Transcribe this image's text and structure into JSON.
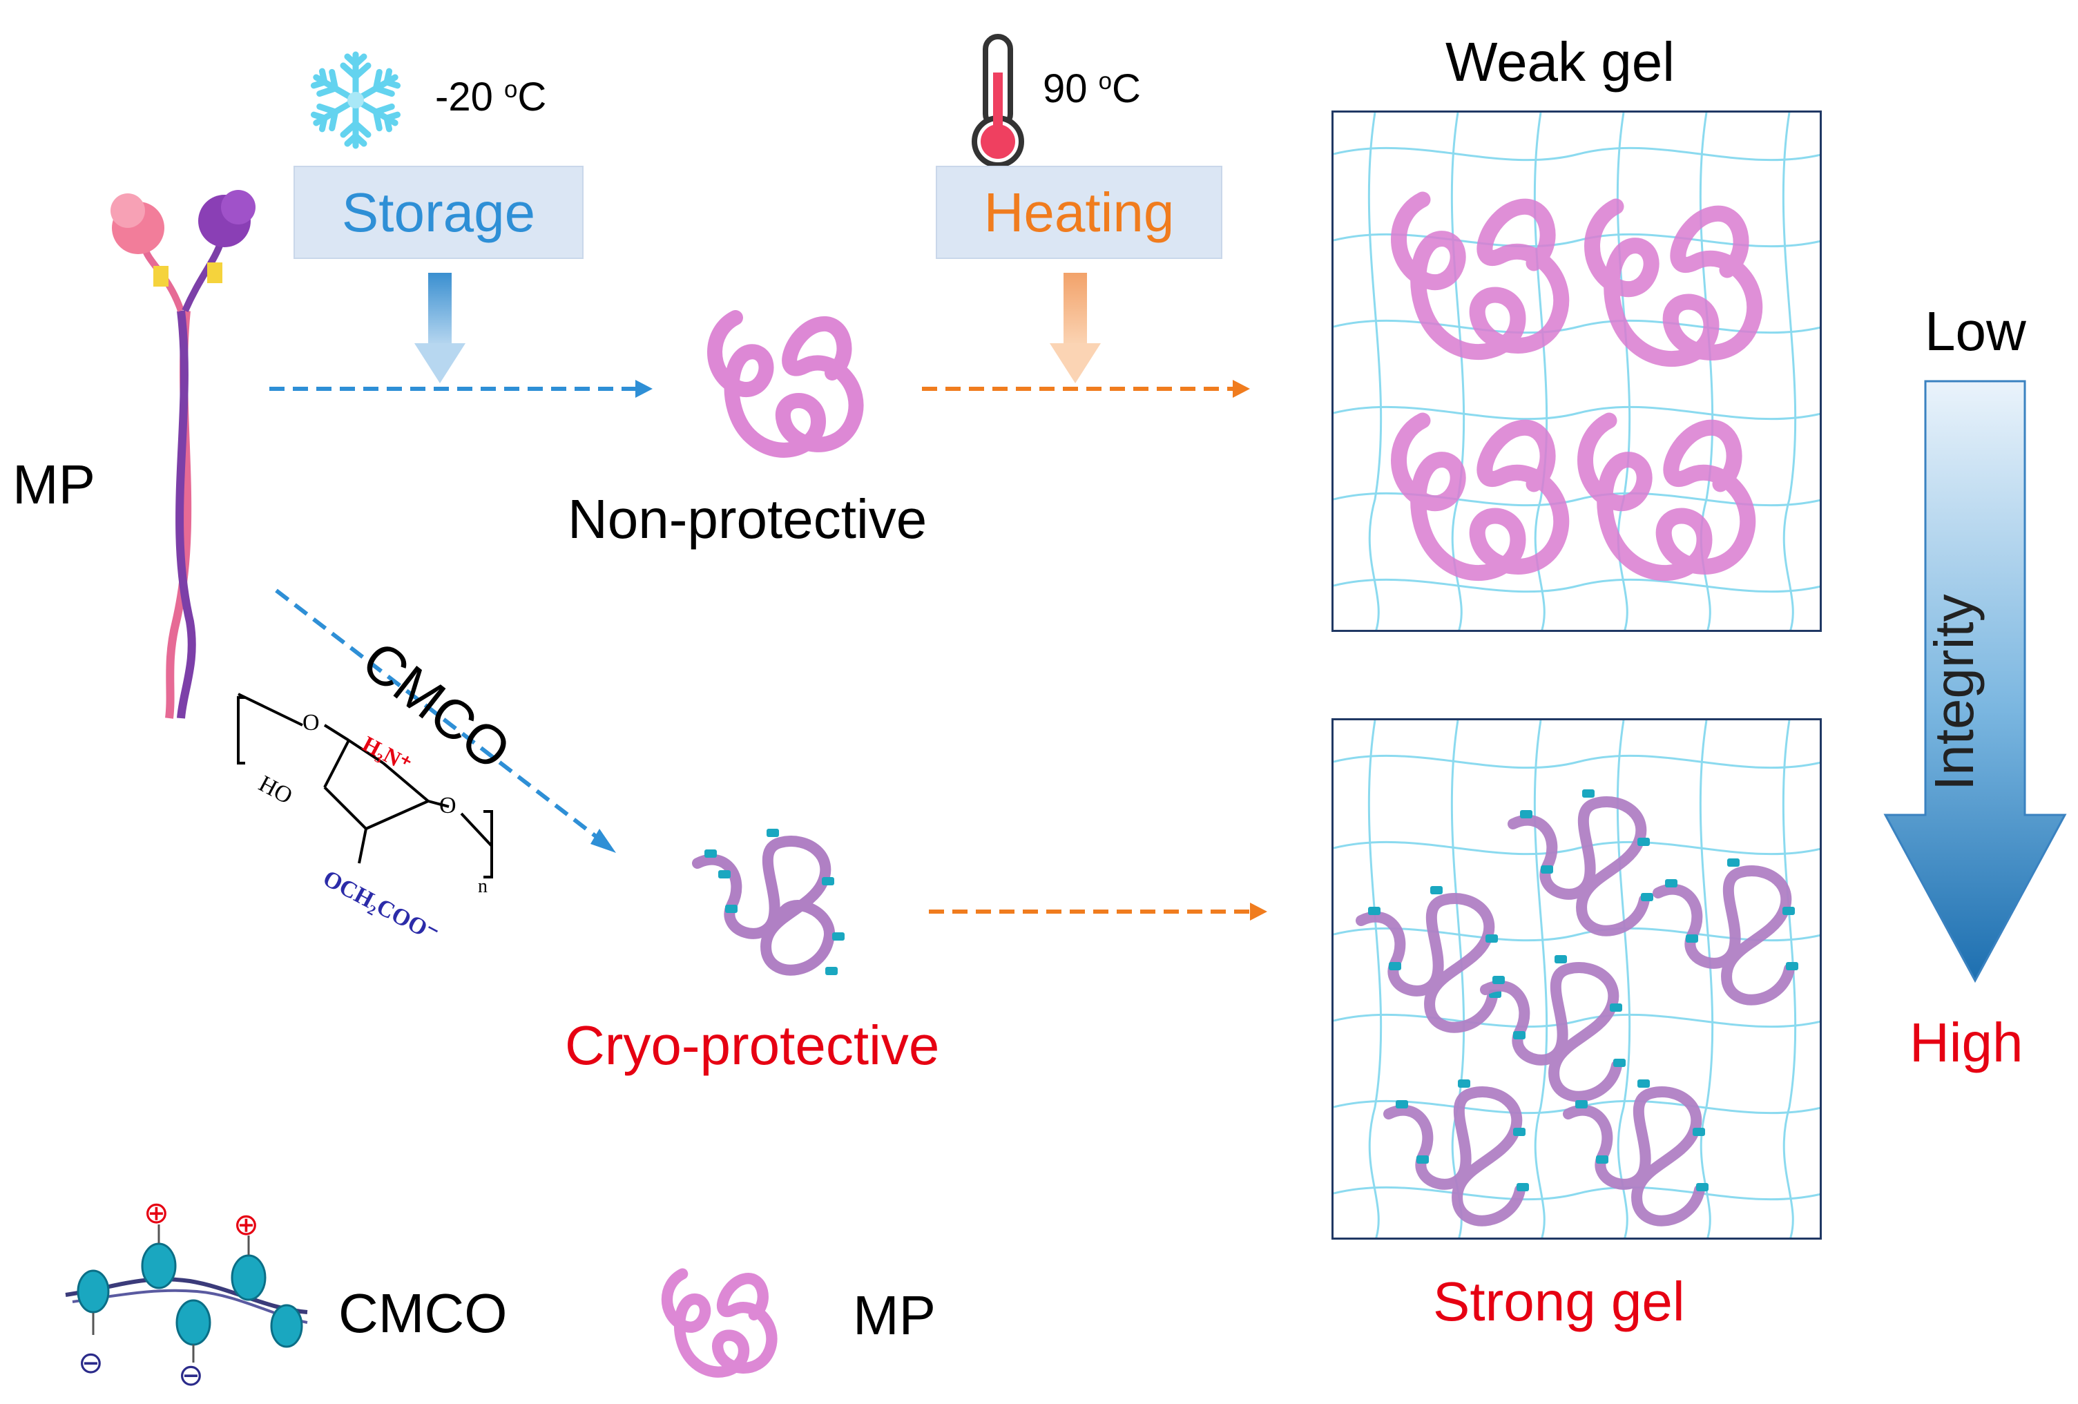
{
  "storage": {
    "label": "Storage",
    "temperature": "-20",
    "temp_unit": "C",
    "icon": "snowflake-icon"
  },
  "heating": {
    "label": "Heating",
    "temperature": "90",
    "temp_unit": "C",
    "icon": "thermometer-icon"
  },
  "left_label": "MP",
  "non_protective_label": "Non-protective",
  "cryo_protective_label": "Cryo-protective",
  "cmco_path_label": "CMCO",
  "structure": {
    "amine": "H₃N⁺",
    "hydroxyl": "HO",
    "ring_oxygen_1": "O",
    "ring_oxygen_2": "O",
    "carboxymethyl": "OCH₂COO⁻",
    "repeat_n": "n"
  },
  "weak_gel_label": "Weak gel",
  "strong_gel_label": "Strong gel",
  "integrity": {
    "low": "Low",
    "label": "Integrity",
    "high": "High"
  },
  "legend": {
    "cmco": "CMCO",
    "mp": "MP",
    "positive_symbol": "⊕",
    "negative_symbol": "⊖"
  },
  "colors": {
    "storage_blue": "#2e8fd6",
    "heating_orange": "#f07c1e",
    "red_text": "#e60012",
    "protein_pink": "#d97bd0",
    "protein_violet": "#b080c4",
    "network_cyan": "#7fd6ee",
    "cmco_teal": "#1aa7c0",
    "panel_border": "#203864"
  }
}
